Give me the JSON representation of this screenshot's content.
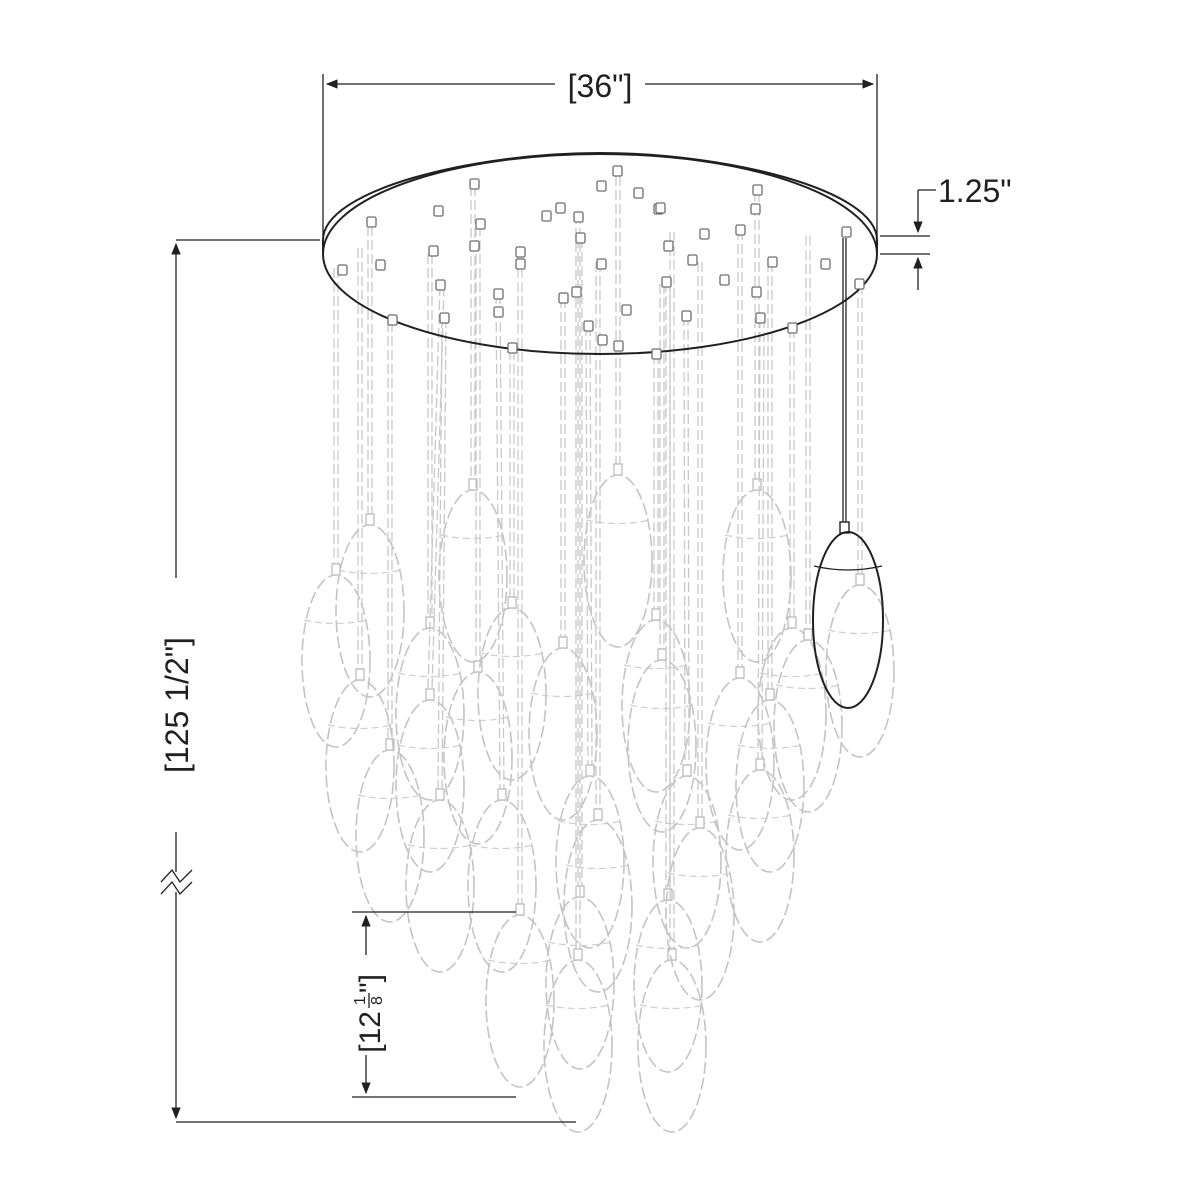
{
  "dimensions": {
    "canopy_diameter": "[36\"]",
    "canopy_height": "1.25\"",
    "overall_height": "[125 1/2\"]",
    "pendant_height_whole": "[12",
    "pendant_height_fraction_numerator": "1",
    "pendant_height_fraction_denominator": "8",
    "pendant_height_close": "\"]"
  },
  "fixture": {
    "pendant_count": 31,
    "canopy_port_count": 49
  },
  "colors": {
    "line": "#231f20",
    "hidden_line": "#c4c4c4",
    "background": "#ffffff"
  }
}
